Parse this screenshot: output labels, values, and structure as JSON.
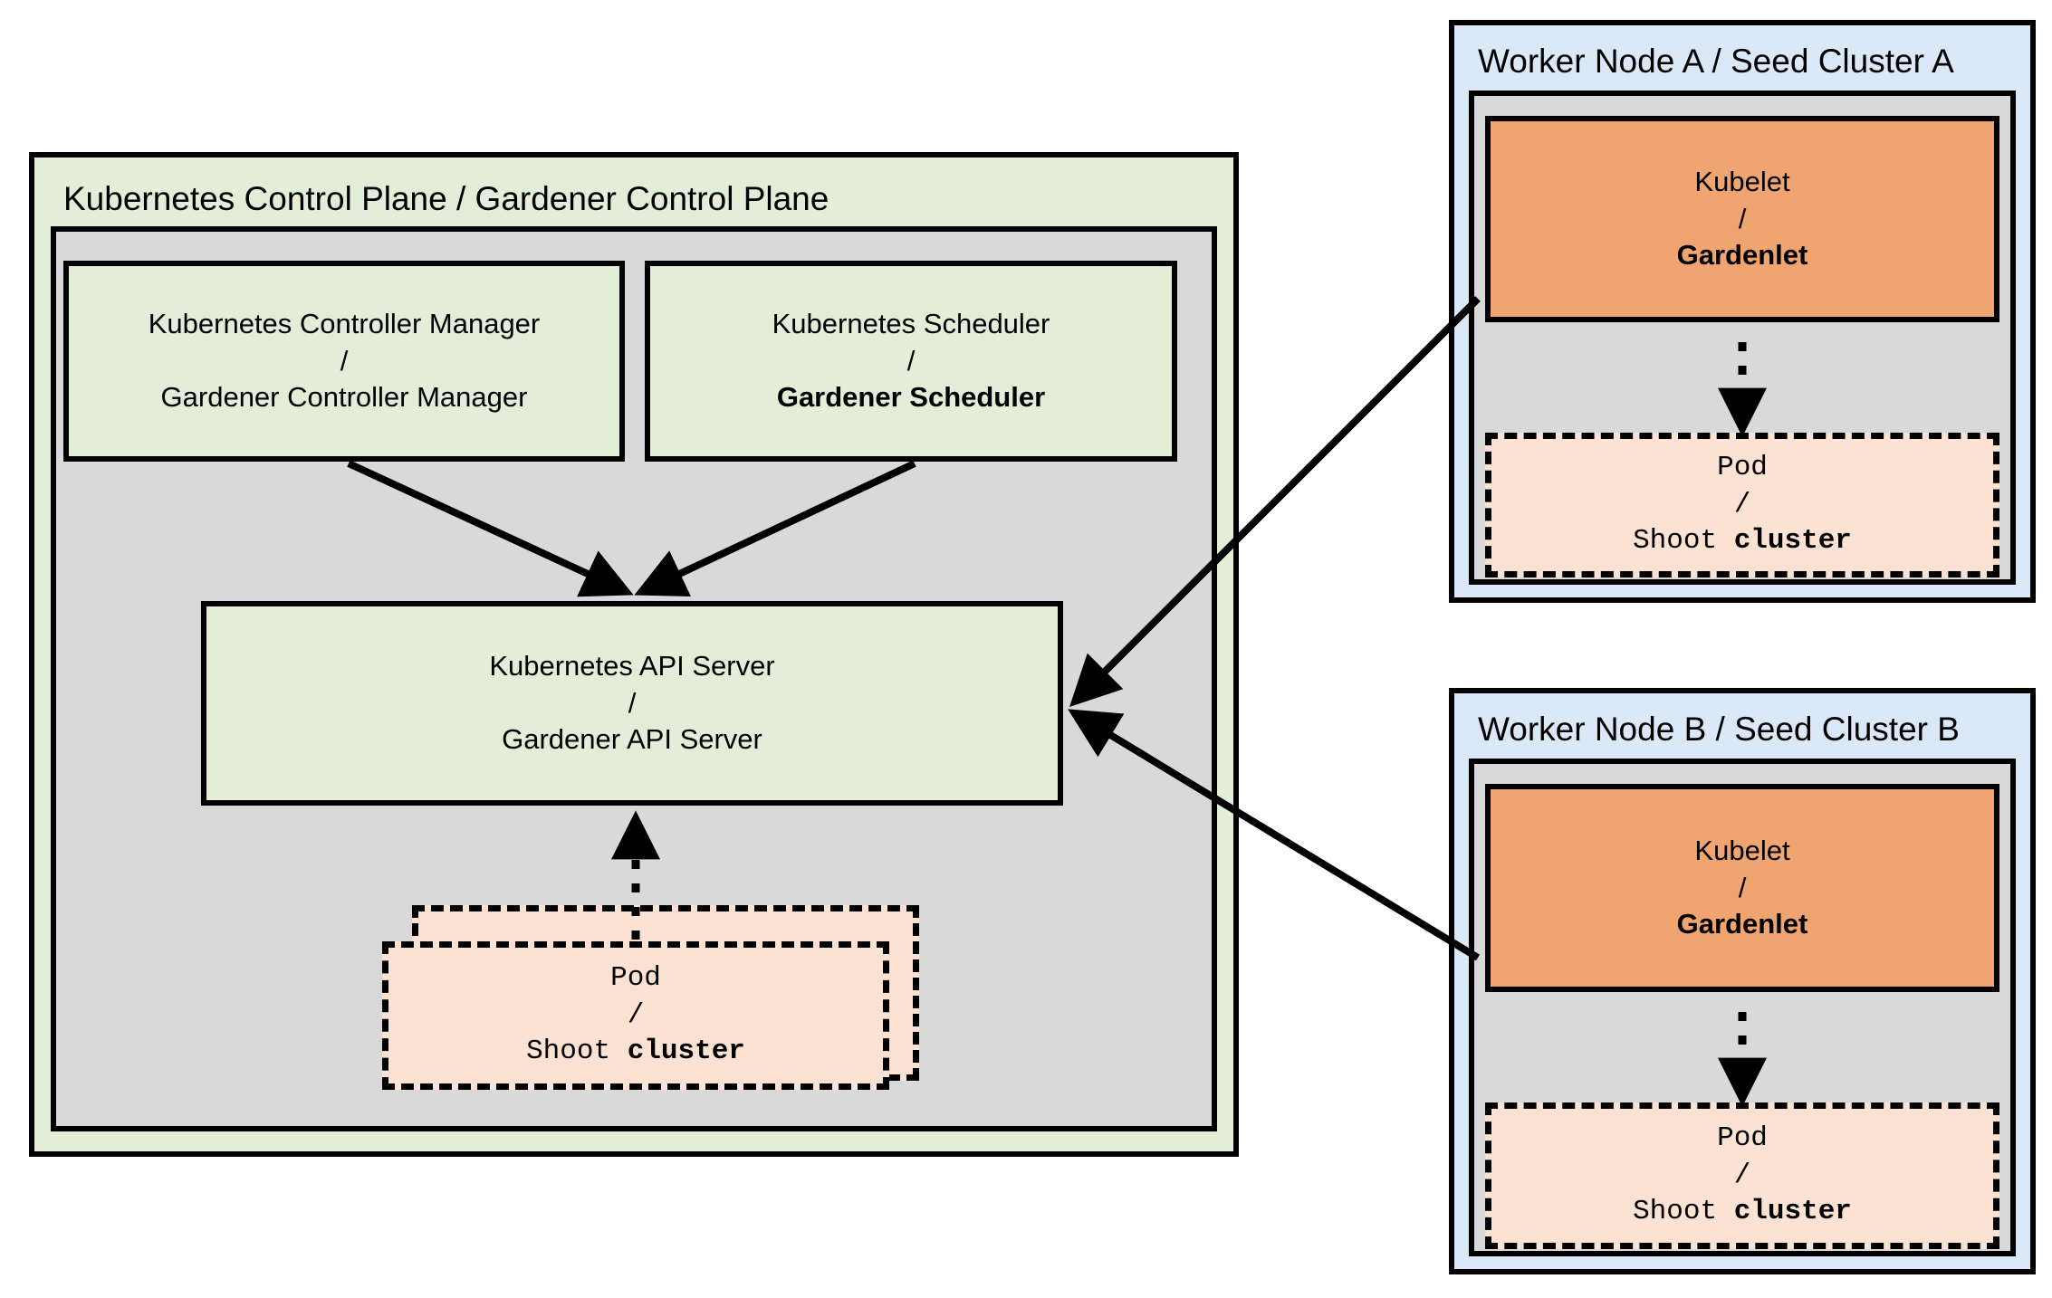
{
  "diagram": {
    "type": "architecture-diagram",
    "control_plane": {
      "title": "Kubernetes Control Plane / Gardener Control Plane",
      "components": [
        {
          "name": "controller-manager",
          "line1": "Kubernetes Controller Manager",
          "separator": "/",
          "line2": "Gardener Controller Manager",
          "line2_bold": false,
          "color": "#e2eed8"
        },
        {
          "name": "scheduler",
          "line1": "Kubernetes Scheduler",
          "separator": "/",
          "line2": "Gardener Scheduler",
          "line2_bold": true,
          "color": "#e2eed8"
        },
        {
          "name": "api-server",
          "line1": "Kubernetes API Server",
          "separator": "/",
          "line2": "Gardener API Server",
          "line2_bold": false,
          "color": "#e2eed8"
        }
      ],
      "pod": {
        "name": "pod-shoot-cluster",
        "line1": "Pod",
        "separator": "/",
        "line2_mono": "Shoot ",
        "line2_bold": "cluster",
        "color": "#fbe2d3",
        "stacked": true
      }
    },
    "seed_clusters": [
      {
        "name": "seed-cluster-a",
        "title": "Worker Node A / Seed Cluster A",
        "agent": {
          "line1": "Kubelet",
          "separator": "/",
          "line2": "Gardenlet",
          "line2_bold": true,
          "color": "#f0a571"
        },
        "pod": {
          "line1": "Pod",
          "separator": "/",
          "line2_mono": "Shoot ",
          "line2_bold": "cluster",
          "color": "#fbe2d3"
        }
      },
      {
        "name": "seed-cluster-b",
        "title": "Worker Node B / Seed Cluster B",
        "agent": {
          "line1": "Kubelet",
          "separator": "/",
          "line2": "Gardenlet",
          "line2_bold": true,
          "color": "#f0a571"
        },
        "pod": {
          "line1": "Pod",
          "separator": "/",
          "line2_mono": "Shoot ",
          "line2_bold": "cluster",
          "color": "#fbe2d3"
        }
      }
    ],
    "colors": {
      "green": "#e2eed8",
      "gray": "#d9d9d9",
      "blue": "#dbe8f7",
      "orange": "#f0a571",
      "pale_peach": "#fbe2d3",
      "stroke": "#000000"
    }
  }
}
